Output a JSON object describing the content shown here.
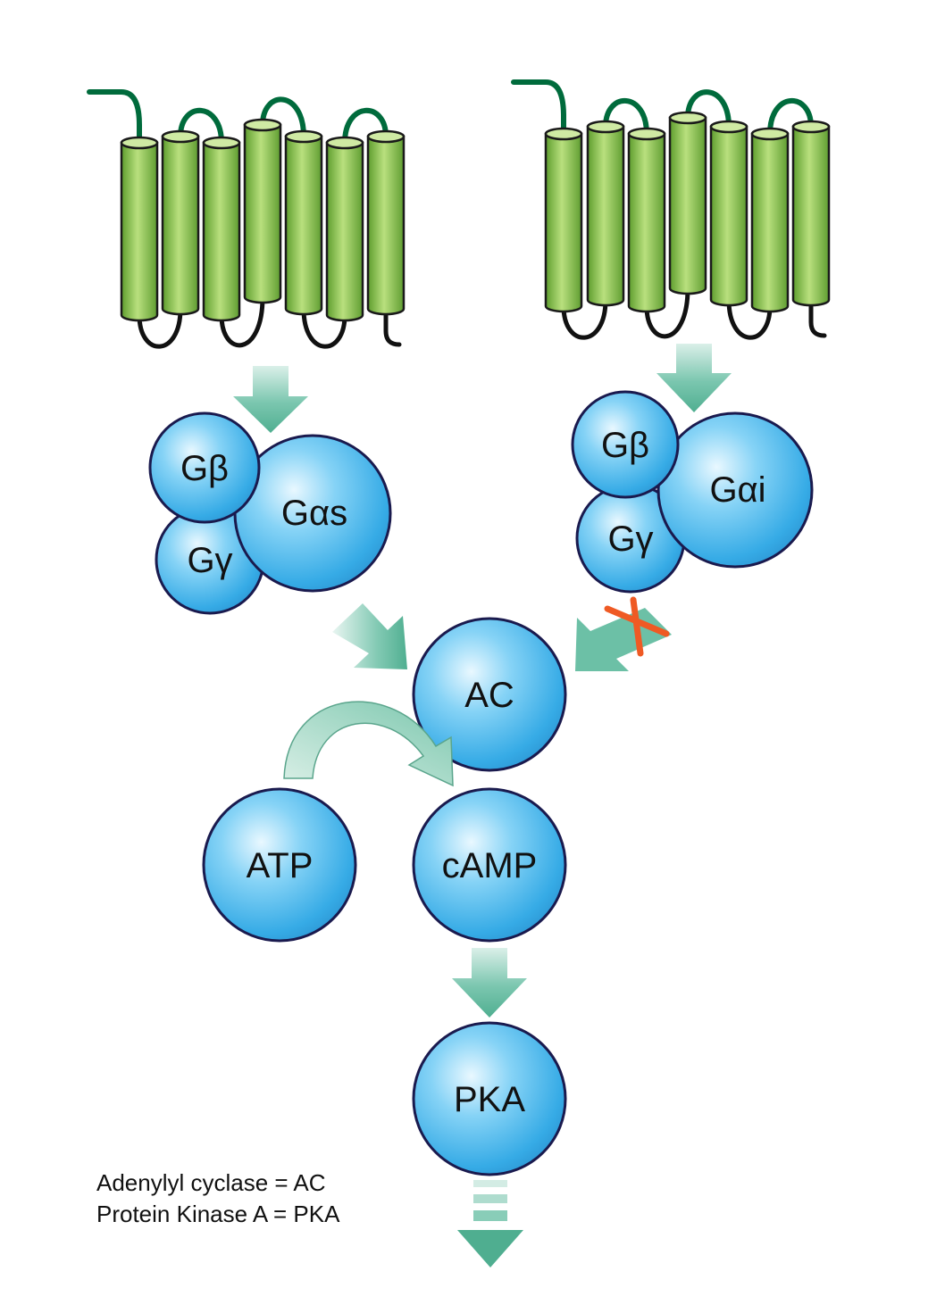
{
  "colors": {
    "helix_green": "#8cc64a",
    "loop_extracellular": "#006b3c",
    "loop_intracellular": "#111111",
    "node_blue": "#3fb4ea",
    "node_outline": "#1a1a4e",
    "arrow_teal": "#6cc0a6",
    "inhibit_x": "#ef5a24"
  },
  "receptors": [
    {
      "name": "receptor-left",
      "helix_count": 7
    },
    {
      "name": "receptor-right",
      "helix_count": 7
    }
  ],
  "nodes": {
    "gb_left": "Gβ",
    "gg_left": "Gγ",
    "gas": "Gαs",
    "gb_right": "Gβ",
    "gg_right": "Gγ",
    "gai": "Gαi",
    "ac": "AC",
    "atp": "ATP",
    "camp": "cAMP",
    "pka": "PKA"
  },
  "legend": {
    "line1": "Adenylyl cyclase = AC",
    "line2": "Protein Kinase A = PKA"
  },
  "icons": [
    "gpcr-receptor-icon",
    "arrow-down-icon",
    "curved-arrow-icon",
    "inhibition-x-icon"
  ]
}
